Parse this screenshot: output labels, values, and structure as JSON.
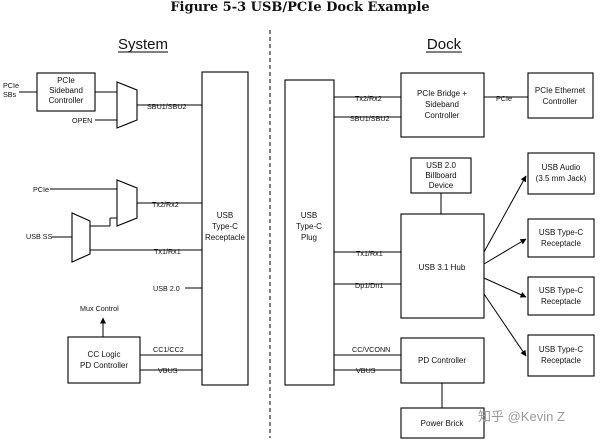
{
  "figure_title": "Figure 5-3  USB/PCIe Dock Example",
  "sections": {
    "system": "System",
    "dock": "Dock"
  },
  "system": {
    "sideband_controller": [
      "PCIe",
      "Sideband",
      "Controller"
    ],
    "pcd_controller": [
      "CC Logic",
      "PD Controller"
    ],
    "receptacle": [
      "USB",
      "Type-C",
      "Receptacle"
    ],
    "signals": {
      "pcie_sbs": [
        "PCIe",
        "SBs"
      ],
      "open": "OPEN",
      "sbu": "SBU1/SBU2",
      "pcie": "PCIe",
      "tx2rx2": "Tx2/Rx2",
      "usb_ss": "USB SS",
      "tx1rx1": "Tx1/Rx1",
      "usb20": "USB 2.0",
      "mux_control": "Mux Control",
      "cc": "CC1/CC2",
      "vbus": "VBUS"
    }
  },
  "dock": {
    "plug": [
      "USB",
      "Type-C",
      "Plug"
    ],
    "bridge": [
      "PCIe Bridge +",
      "Sideband",
      "Controller"
    ],
    "ethernet": [
      "PCIe Ethernet",
      "Controller"
    ],
    "billboard": [
      "USB 2.0",
      "Billboard",
      "Device"
    ],
    "hub": "USB 3.1 Hub",
    "pd": "PD Controller",
    "brick": "Power Brick",
    "audio": [
      "USB Audio",
      "(3.5 mm Jack)"
    ],
    "receptacles": [
      [
        "USB Type-C",
        "Receptacle"
      ],
      [
        "USB Type-C",
        "Receptacle"
      ],
      [
        "USB Type-C",
        "Receptacle"
      ]
    ],
    "signals": {
      "tx2rx2": "Tx2/Rx2",
      "sbu": "SBU1/SBU2",
      "pcie": "PCIe",
      "tx1rx1": "Tx1/Rx1",
      "dp": "Dp1/Dn1",
      "cc": "CC/VCONN",
      "vbus": "VBUS"
    }
  },
  "watermark": "知乎 @Kevin Z"
}
